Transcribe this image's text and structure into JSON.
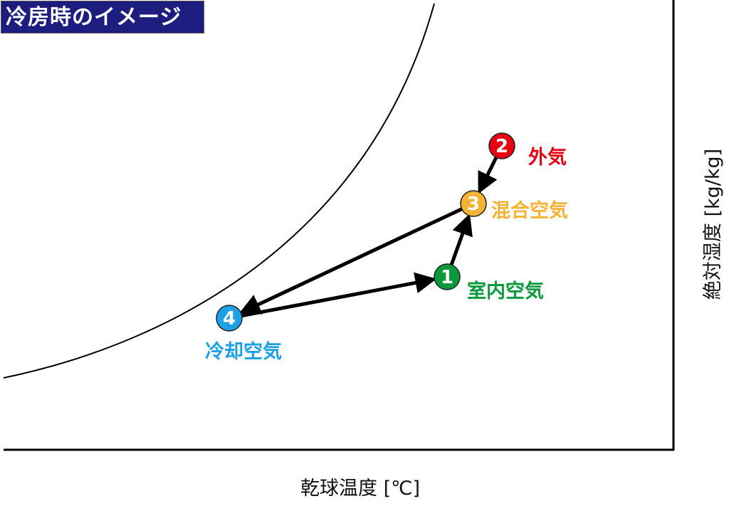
{
  "title": "冷房時のイメージ",
  "x_axis_label": "乾球温度 [℃]",
  "y_axis_label": "絶対湿度 [kg/kg]",
  "points": [
    {
      "id": "1",
      "number": "1",
      "label": "室内空気",
      "color": "#0a9a3c"
    },
    {
      "id": "2",
      "number": "2",
      "label": "外気",
      "color": "#e60012"
    },
    {
      "id": "3",
      "number": "3",
      "label": "混合空気",
      "color": "#f5b335"
    },
    {
      "id": "4",
      "number": "4",
      "label": "冷却空気",
      "color": "#1ea0e6"
    }
  ],
  "flows": [
    {
      "from": "2",
      "to": "3"
    },
    {
      "from": "1",
      "to": "3"
    },
    {
      "from": "3",
      "to": "4"
    },
    {
      "from": "4",
      "to": "1"
    }
  ]
}
